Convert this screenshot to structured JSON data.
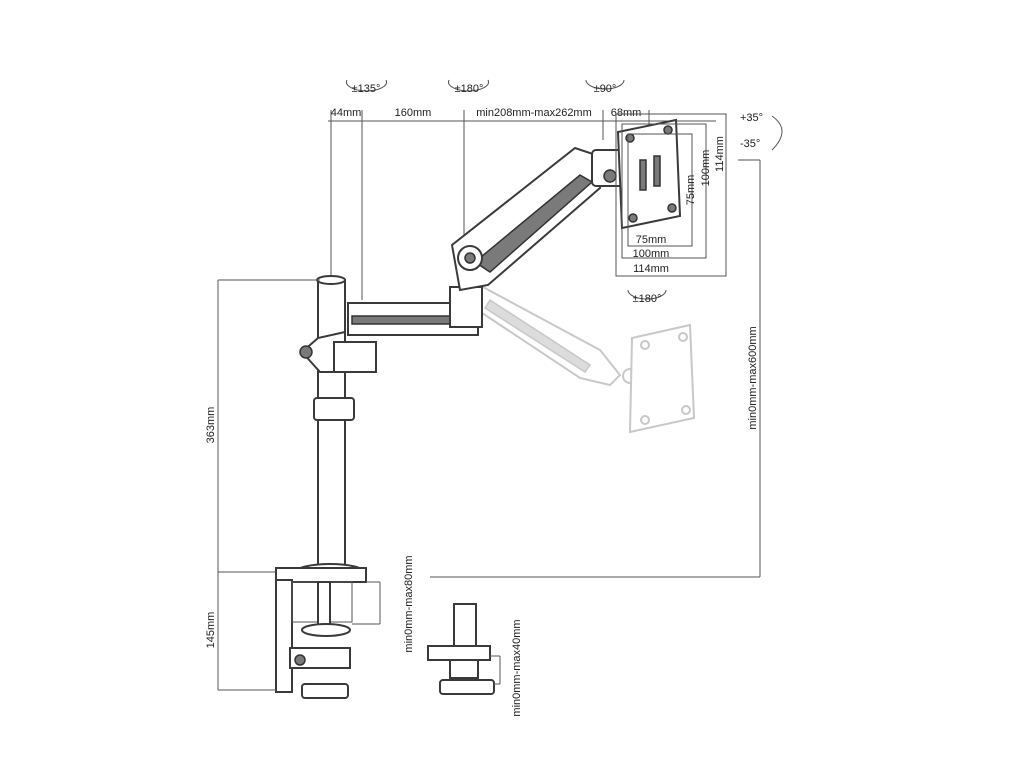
{
  "rotation_labels": {
    "joint1": "±135°",
    "joint2": "±180°",
    "head_swivel": "±90°",
    "rotate": "±180°",
    "tilt_up": "+35°",
    "tilt_down": "-35°"
  },
  "top_dimensions": {
    "pole_width": "44mm",
    "first_arm": "160mm",
    "second_arm": "min208mm-max262mm",
    "head": "68mm"
  },
  "vesa": {
    "h75": "75mm",
    "h100": "100mm",
    "h114": "114mm",
    "v75": "75mm",
    "v100": "100mm",
    "v114": "114mm"
  },
  "side_dimensions": {
    "pole_height": "363mm",
    "clamp_height": "145mm",
    "height_range": "min0mm-max600mm",
    "clamp_range": "min0mm-max80mm",
    "grommet_range": "min0mm-max40mm"
  }
}
